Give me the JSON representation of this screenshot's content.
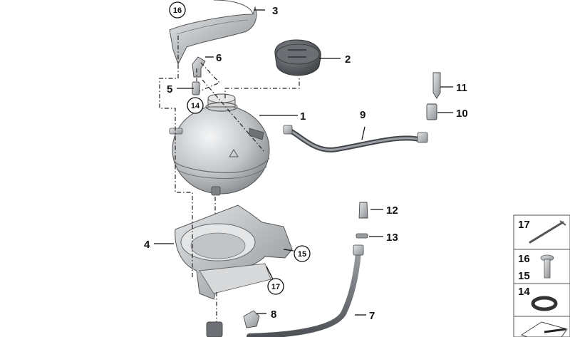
{
  "callouts": {
    "c1": "1",
    "c2": "2",
    "c3": "3",
    "c4": "4",
    "c5": "5",
    "c6": "6",
    "c7": "7",
    "c8": "8",
    "c9": "9",
    "c10": "10",
    "c11": "11",
    "c12": "12",
    "c13": "13",
    "c14": "14",
    "c15": "15",
    "c16": "16",
    "c17": "17"
  },
  "legend": {
    "row1": "17",
    "row2a": "16",
    "row2b": "15",
    "row3": "14"
  },
  "colors": {
    "tank": "#c9cbcd",
    "tank_shade": "#8e9194",
    "cap": "#5d6166",
    "metal": "#b5b8bb",
    "hose": "#6d7175"
  }
}
